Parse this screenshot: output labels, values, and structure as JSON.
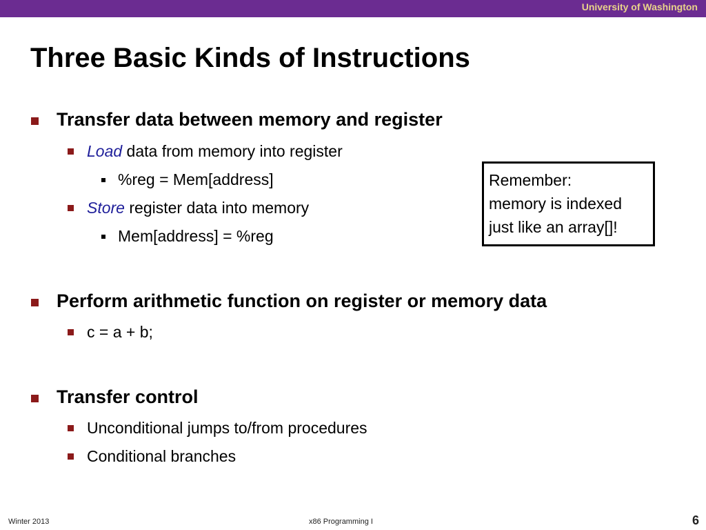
{
  "header": {
    "org": "University of Washington"
  },
  "slide": {
    "title": "Three Basic Kinds of Instructions",
    "b1": {
      "label": "Transfer data between memory and register",
      "load_em": "Load",
      "load_rest": " data from memory into register",
      "load_sub": "%reg = Mem[address]",
      "store_em": "Store",
      "store_rest": " register data into memory",
      "store_sub": "Mem[address] = %reg"
    },
    "b2": {
      "label": "Perform arithmetic function on register or memory data",
      "sub1": "c = a + b;"
    },
    "b3": {
      "label": "Transfer control",
      "sub1": "Unconditional jumps to/from procedures",
      "sub2": "Conditional branches"
    },
    "callout": {
      "line1": "Remember:",
      "line2": "memory is indexed",
      "line3": "just like an array[]!"
    }
  },
  "footer": {
    "left": "Winter 2013",
    "center": "x86 Programming I",
    "page": "6"
  },
  "colors": {
    "header_bar": "#6b2c91",
    "header_text": "#e8d38a",
    "bullet": "#8b1a1a",
    "emphasis": "#1f1f9a"
  }
}
